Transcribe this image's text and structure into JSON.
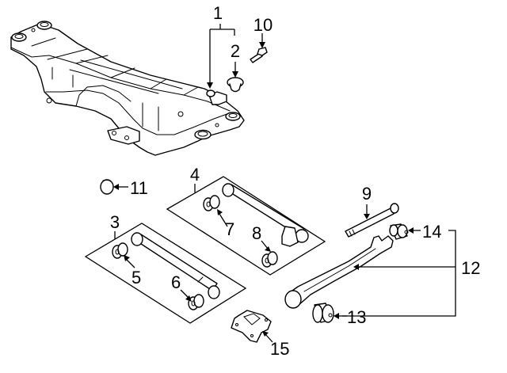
{
  "diagram": {
    "title": "Rear suspension crossmember & lateral links",
    "callouts": [
      {
        "id": "1",
        "label": "1",
        "part": "crossmember-assembly"
      },
      {
        "id": "2",
        "label": "2",
        "part": "crossmember-bushing"
      },
      {
        "id": "3",
        "label": "3",
        "part": "front-lateral-link-kit"
      },
      {
        "id": "4",
        "label": "4",
        "part": "rear-lateral-link-kit"
      },
      {
        "id": "5",
        "label": "5",
        "part": "front-link-inner-bushing"
      },
      {
        "id": "6",
        "label": "6",
        "part": "front-link-outer-bushing"
      },
      {
        "id": "7",
        "label": "7",
        "part": "rear-link-inner-bushing"
      },
      {
        "id": "8",
        "label": "8",
        "part": "rear-link-outer-bushing"
      },
      {
        "id": "9",
        "label": "9",
        "part": "link-bolt"
      },
      {
        "id": "10",
        "label": "10",
        "part": "mounting-bolt"
      },
      {
        "id": "11",
        "label": "11",
        "part": "cap"
      },
      {
        "id": "12",
        "label": "12",
        "part": "trailing-arm"
      },
      {
        "id": "13",
        "label": "13",
        "part": "trailing-arm-front-bushing"
      },
      {
        "id": "14",
        "label": "14",
        "part": "trailing-arm-rear-bushing"
      },
      {
        "id": "15",
        "label": "15",
        "part": "bracket"
      }
    ],
    "colors": {
      "line": "#000000",
      "background": "#ffffff"
    }
  }
}
